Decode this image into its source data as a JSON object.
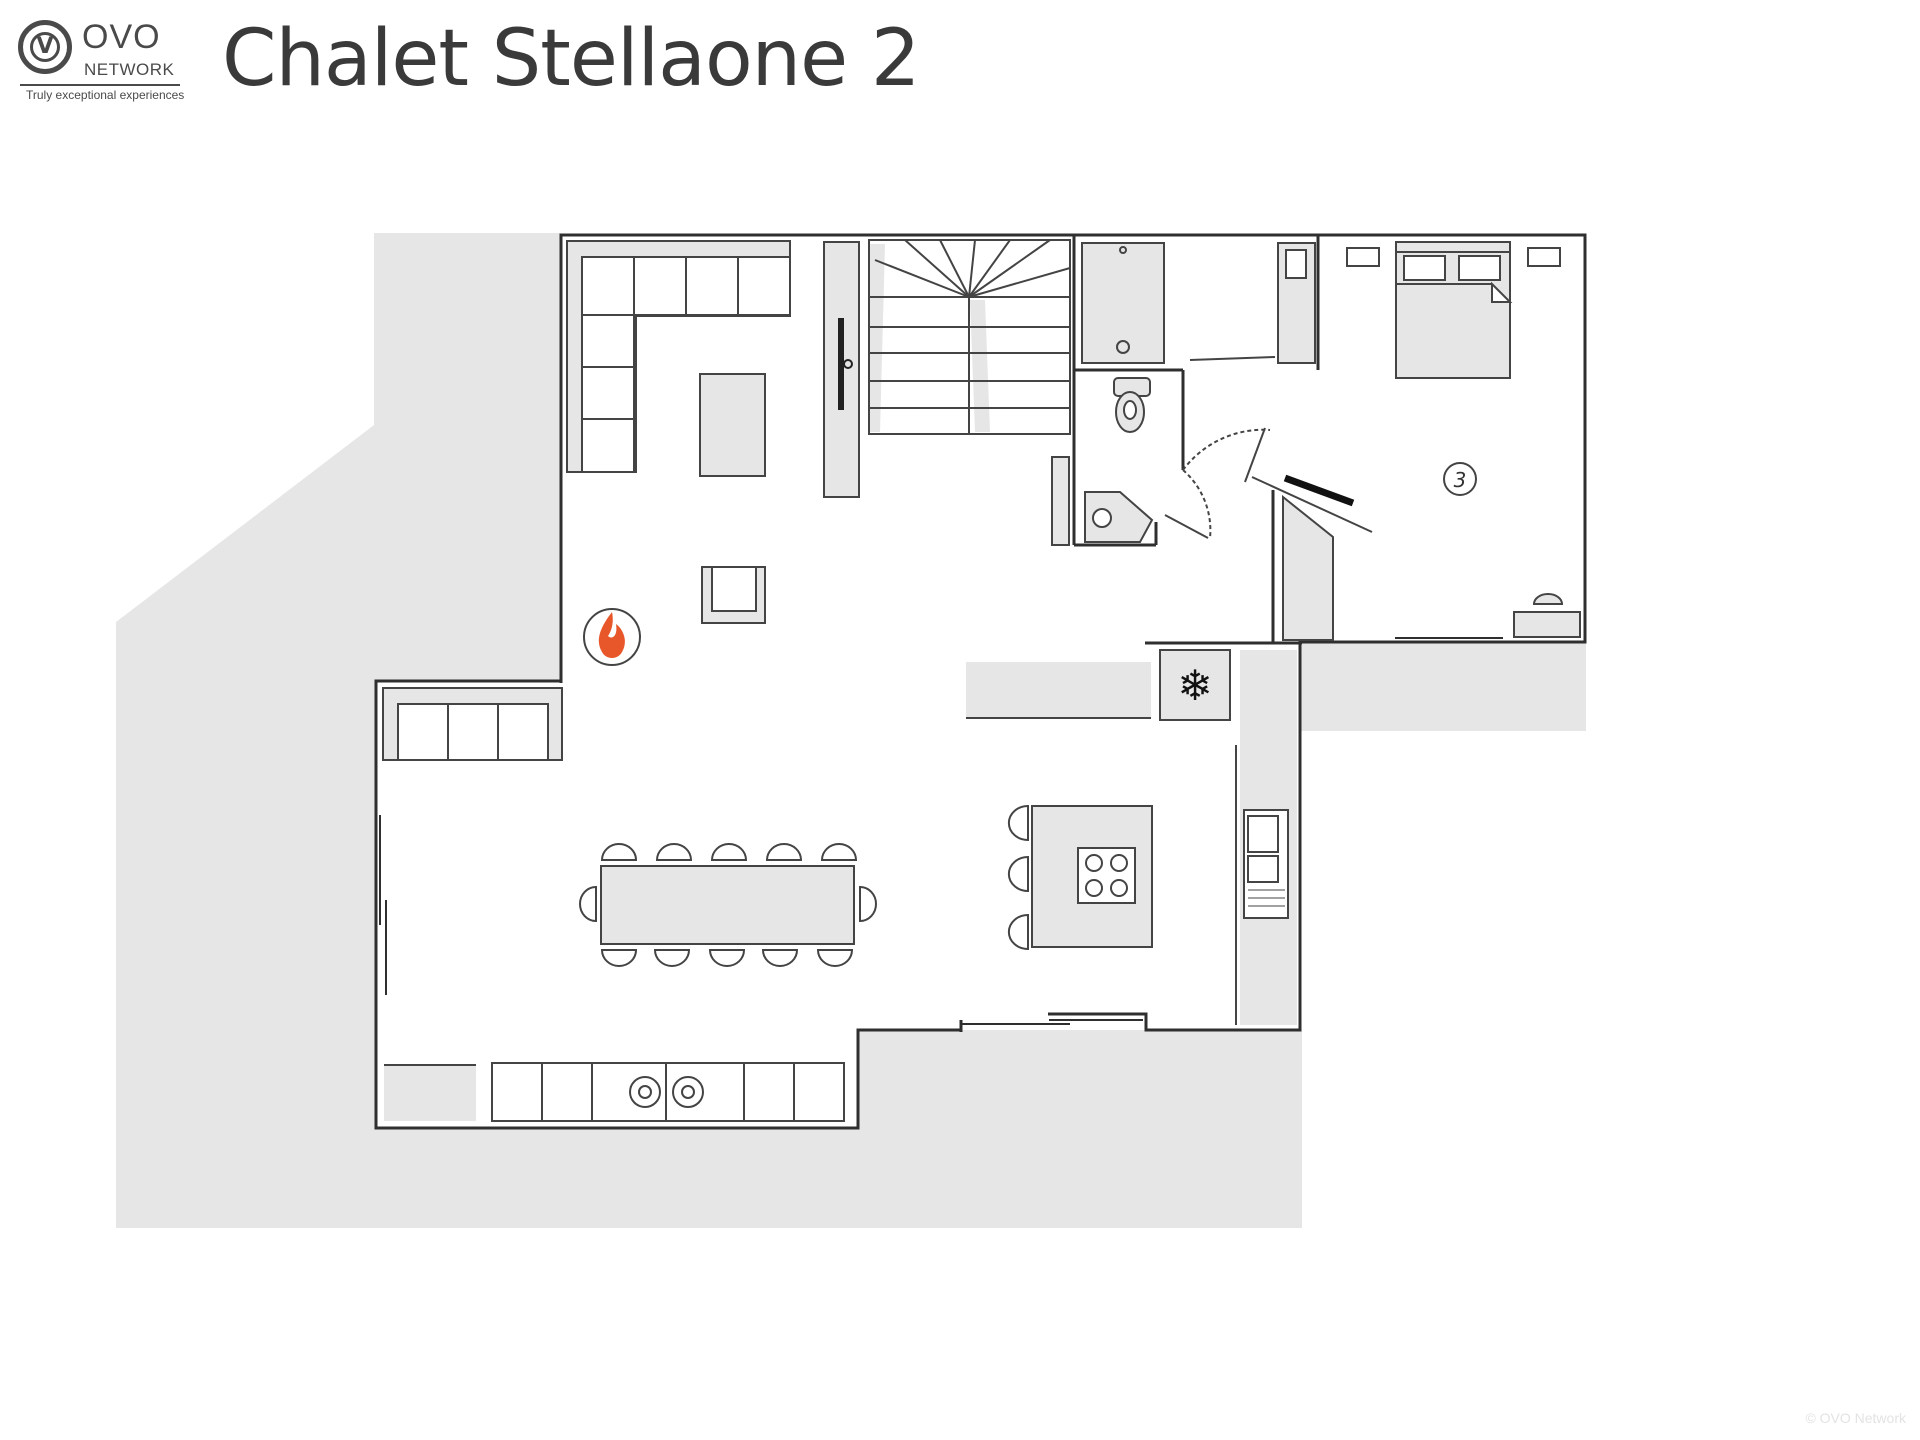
{
  "header": {
    "title": "Chalet Stellaone 2"
  },
  "logo": {
    "brand": "OVO",
    "network": "NETWORK",
    "tagline": "Truly exceptional experiences",
    "mark": "V"
  },
  "plan": {
    "room_labels": [
      "3"
    ],
    "icons": [
      "fireplace-icon",
      "snowflake-icon"
    ],
    "colors": {
      "wall": "#2f2f2f",
      "outdoor": "#e6e6e6",
      "furniture": "#e6e6e6",
      "fire": "#e8572a"
    }
  },
  "footer": {
    "copyright": "© OVO Network"
  }
}
